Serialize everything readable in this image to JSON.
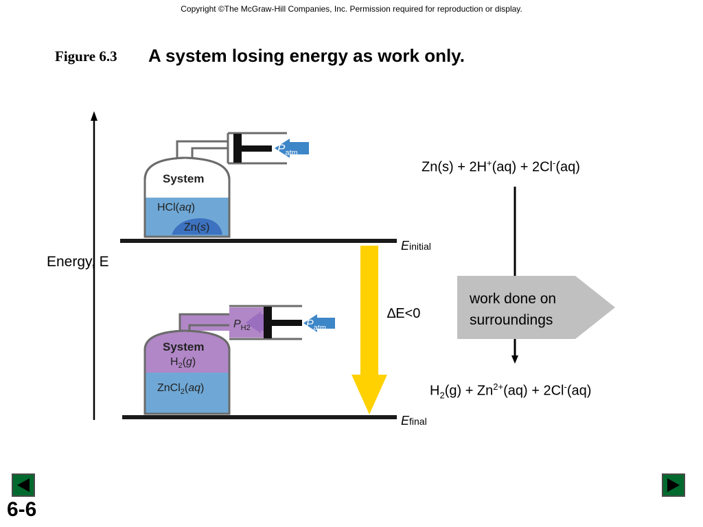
{
  "copyright": "Copyright ©The McGraw-Hill Companies, Inc.  Permission required for reproduction or display.",
  "figure": {
    "number": "Figure 6.3",
    "title": "A system losing energy as work only."
  },
  "axis": {
    "label": "Energy, E"
  },
  "levels": {
    "initial": {
      "symbol": "E",
      "subscript": "initial"
    },
    "final": {
      "symbol": "E",
      "subscript": "final"
    }
  },
  "delta": {
    "symbol": "∆",
    "text": "E<0"
  },
  "top_system": {
    "title": "System",
    "contents_1_name": "HCl",
    "contents_1_state": "aq",
    "contents_2_name": "Zn",
    "contents_2_state": "s",
    "pressure_symbol": "P",
    "pressure_subscript": "atm"
  },
  "bottom_system": {
    "title": "System",
    "gas_name": "H",
    "gas_subscript": "2",
    "gas_state": "g",
    "solution_name": "ZnCl",
    "solution_subscript": "2",
    "solution_state": "aq",
    "inner_pressure_symbol": "P",
    "inner_pressure_subscript": "H2",
    "outer_pressure_symbol": "P",
    "outer_pressure_subscript": "atm"
  },
  "reactants": {
    "p1": "Zn(s) + 2H",
    "sup1": "+",
    "p2": "(aq) + 2Cl",
    "sup2": "-",
    "p3": "(aq)"
  },
  "products": {
    "p1": "H",
    "sub1": "2",
    "p2": "(g) + Zn",
    "sup1": "2+",
    "p3": "(aq) + 2Cl",
    "sup2": "-",
    "p4": "(aq)"
  },
  "work_box": {
    "line1": "work done on",
    "line2": "surroundings"
  },
  "slide_number": "6-6",
  "colors": {
    "liquid": "#6fa8d6",
    "gas": "#b187c7",
    "arrow_yellow": "#ffd100",
    "pressure_arrow": "#3d86c8",
    "nav_green": "#006a2e",
    "callout_gray": "#c0c0c0"
  }
}
